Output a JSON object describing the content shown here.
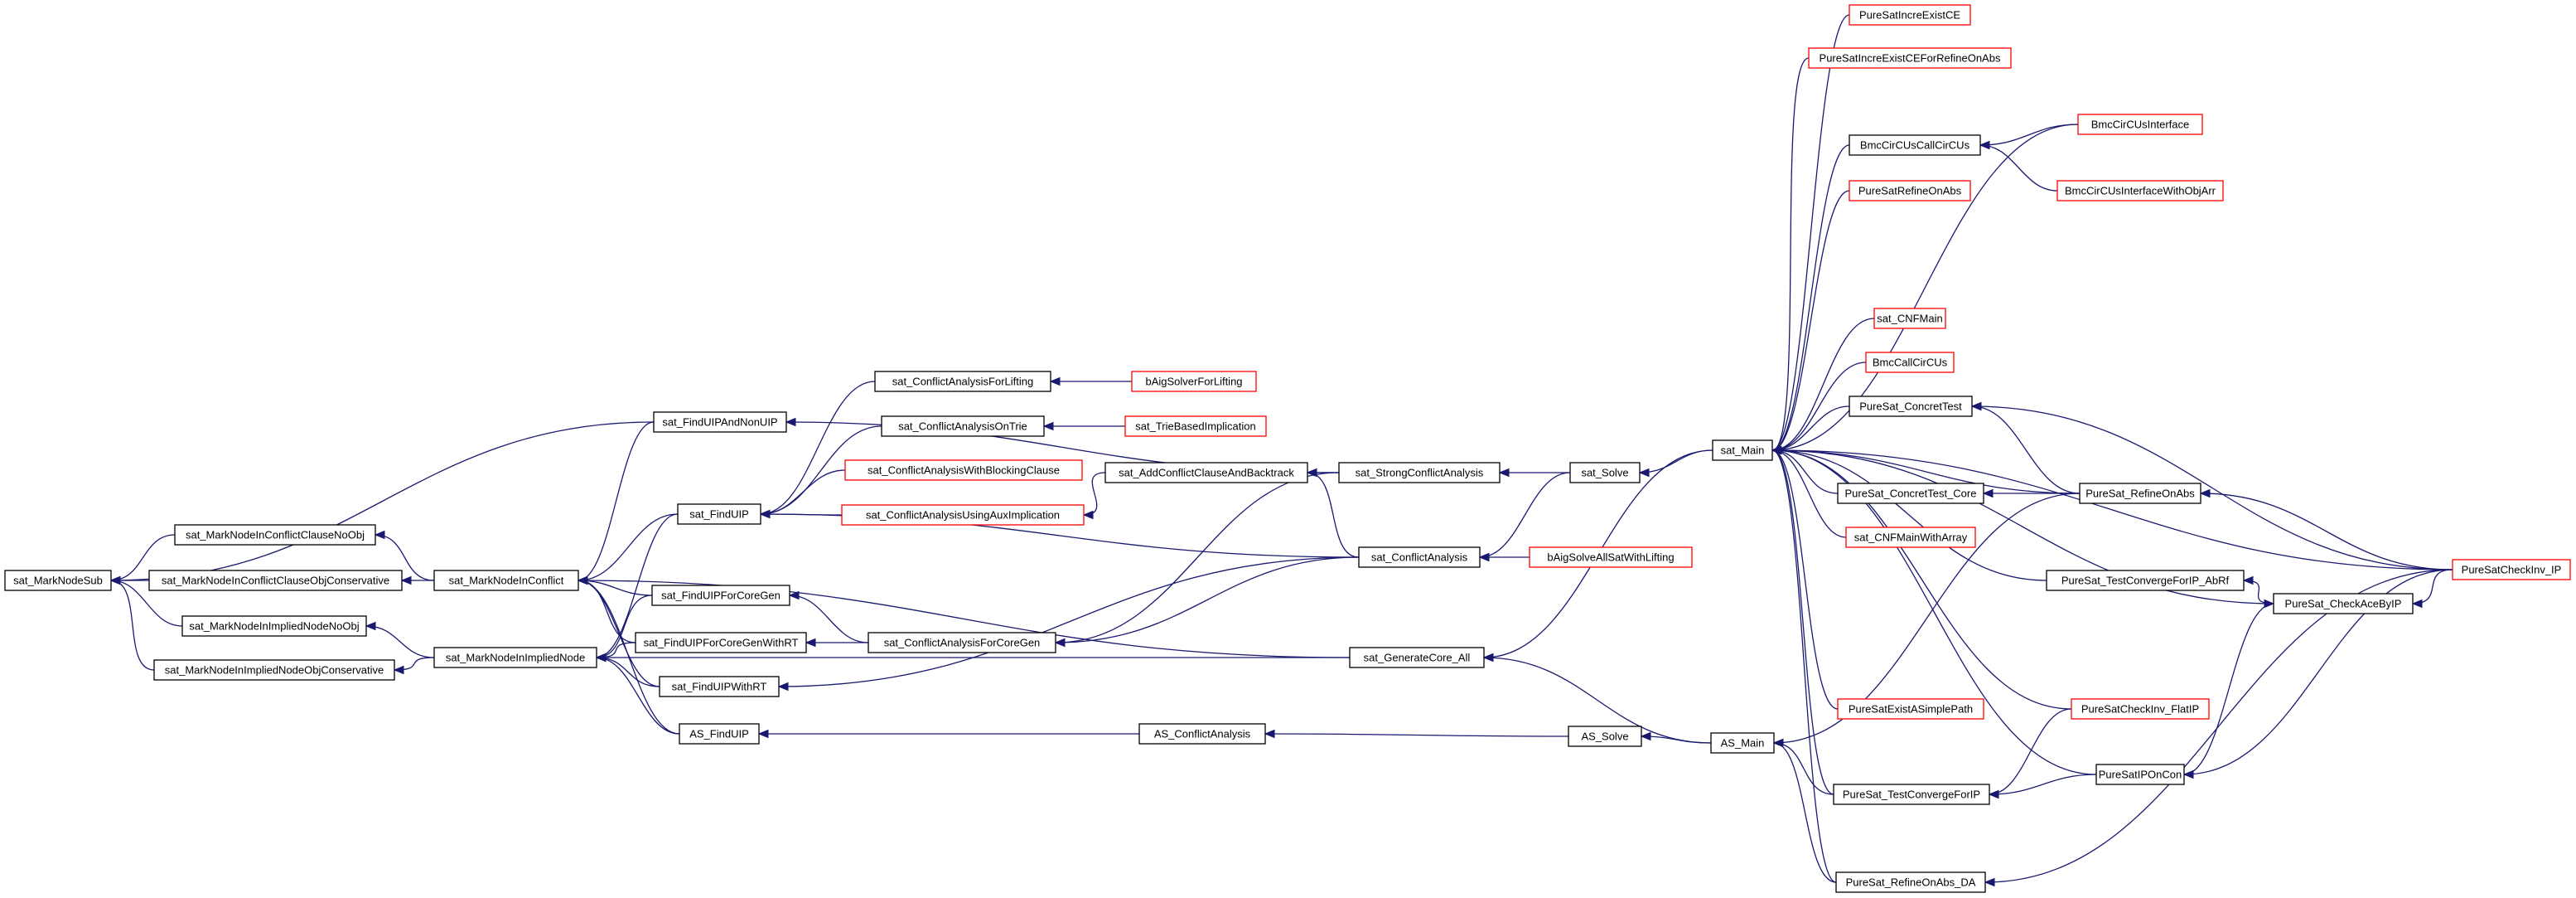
{
  "colors": {
    "edge": "#191970",
    "normal_border": "#000000",
    "truncated_border": "#ff0000",
    "root_fill": "#bfbfbf",
    "node_fill": "#ffffff"
  },
  "nodes": [
    {
      "id": "n_MarkNodeSub",
      "label": "sat_MarkNodeSub",
      "style": "root"
    },
    {
      "id": "n_ClauseNoObj",
      "label": "sat_MarkNodeInConflictClauseNoObj",
      "style": "normal"
    },
    {
      "id": "n_ClauseObjCons",
      "label": "sat_MarkNodeInConflictClauseObjConservative",
      "style": "normal"
    },
    {
      "id": "n_ImplNoObj",
      "label": "sat_MarkNodeInImpliedNodeNoObj",
      "style": "normal"
    },
    {
      "id": "n_ImplObjCons",
      "label": "sat_MarkNodeInImpliedNodeObjConservative",
      "style": "normal"
    },
    {
      "id": "n_InConflict",
      "label": "sat_MarkNodeInConflict",
      "style": "normal"
    },
    {
      "id": "n_InImplied",
      "label": "sat_MarkNodeInImpliedNode",
      "style": "normal"
    },
    {
      "id": "n_FindUIPAndNon",
      "label": "sat_FindUIPAndNonUIP",
      "style": "normal"
    },
    {
      "id": "n_FindUIP",
      "label": "sat_FindUIP",
      "style": "normal"
    },
    {
      "id": "n_FindUIPCoreGen",
      "label": "sat_FindUIPForCoreGen",
      "style": "normal"
    },
    {
      "id": "n_FindUIPCoreGenRT",
      "label": "sat_FindUIPForCoreGenWithRT",
      "style": "normal"
    },
    {
      "id": "n_FindUIPRT",
      "label": "sat_FindUIPWithRT",
      "style": "normal"
    },
    {
      "id": "n_ASFindUIP",
      "label": "AS_FindUIP",
      "style": "normal"
    },
    {
      "id": "n_CALifting",
      "label": "sat_ConflictAnalysisForLifting",
      "style": "normal"
    },
    {
      "id": "n_CAOnTrie",
      "label": "sat_ConflictAnalysisOnTrie",
      "style": "normal"
    },
    {
      "id": "n_CABlocking",
      "label": "sat_ConflictAnalysisWithBlockingClause",
      "style": "truncated"
    },
    {
      "id": "n_CAAux",
      "label": "sat_ConflictAnalysisUsingAuxImplication",
      "style": "truncated"
    },
    {
      "id": "n_CACoreGen",
      "label": "sat_ConflictAnalysisForCoreGen",
      "style": "normal"
    },
    {
      "id": "n_bAigLifting",
      "label": "bAigSolverForLifting",
      "style": "truncated"
    },
    {
      "id": "n_TrieImpl",
      "label": "sat_TrieBasedImplication",
      "style": "truncated"
    },
    {
      "id": "n_AddCCB",
      "label": "sat_AddConflictClauseAndBacktrack",
      "style": "normal"
    },
    {
      "id": "n_ASCA",
      "label": "AS_ConflictAnalysis",
      "style": "normal"
    },
    {
      "id": "n_StrongCA",
      "label": "sat_StrongConflictAnalysis",
      "style": "normal"
    },
    {
      "id": "n_CA",
      "label": "sat_ConflictAnalysis",
      "style": "normal"
    },
    {
      "id": "n_GenCore",
      "label": "sat_GenerateCore_All",
      "style": "normal"
    },
    {
      "id": "n_bAigAllSat",
      "label": "bAigSolveAllSatWithLifting",
      "style": "truncated"
    },
    {
      "id": "n_Solve",
      "label": "sat_Solve",
      "style": "normal"
    },
    {
      "id": "n_ASSolve",
      "label": "AS_Solve",
      "style": "normal"
    },
    {
      "id": "n_Main",
      "label": "sat_Main",
      "style": "normal"
    },
    {
      "id": "n_ASMain",
      "label": "AS_Main",
      "style": "normal"
    },
    {
      "id": "n_PSIncreCE",
      "label": "PureSatIncreExistCE",
      "style": "truncated"
    },
    {
      "id": "n_PSIncreCERef",
      "label": "PureSatIncreExistCEForRefineOnAbs",
      "style": "truncated"
    },
    {
      "id": "n_BmcCallCirCUs",
      "label": "BmcCirCUsCallCirCUs",
      "style": "normal"
    },
    {
      "id": "n_PSRefineOnAbs",
      "label": "PureSatRefineOnAbs",
      "style": "truncated"
    },
    {
      "id": "n_CNFMain",
      "label": "sat_CNFMain",
      "style": "truncated"
    },
    {
      "id": "n_BmcCallCirCUs2",
      "label": "BmcCallCirCUs",
      "style": "truncated"
    },
    {
      "id": "n_ConcretTest",
      "label": "PureSat_ConcretTest",
      "style": "normal"
    },
    {
      "id": "n_ConcretTestCore",
      "label": "PureSat_ConcretTest_Core",
      "style": "normal"
    },
    {
      "id": "n_CNFMainArr",
      "label": "sat_CNFMainWithArray",
      "style": "truncated"
    },
    {
      "id": "n_TestConvAbRf",
      "label": "PureSat_TestConvergeForIP_AbRf",
      "style": "normal"
    },
    {
      "id": "n_PSExistSimple",
      "label": "PureSatExistASimplePath",
      "style": "truncated"
    },
    {
      "id": "n_TestConv",
      "label": "PureSat_TestConvergeForIP",
      "style": "normal"
    },
    {
      "id": "n_RefineDA",
      "label": "PureSat_RefineOnAbs_DA",
      "style": "normal"
    },
    {
      "id": "n_BmcIface",
      "label": "BmcCirCUsInterface",
      "style": "truncated"
    },
    {
      "id": "n_BmcIfaceArr",
      "label": "BmcCirCUsInterfaceWithObjArr",
      "style": "truncated"
    },
    {
      "id": "n_PS_RefineOnAbs",
      "label": "PureSat_RefineOnAbs",
      "style": "normal"
    },
    {
      "id": "n_CheckAceByIP",
      "label": "PureSat_CheckAceByIP",
      "style": "normal"
    },
    {
      "id": "n_CheckInvFlat",
      "label": "PureSatCheckInv_FlatIP",
      "style": "truncated"
    },
    {
      "id": "n_IPOnCon",
      "label": "PureSatIPOnCon",
      "style": "normal"
    },
    {
      "id": "n_CheckInvIP",
      "label": "PureSatCheckInv_IP",
      "style": "truncated"
    }
  ],
  "edges": [
    {
      "from": "n_ClauseNoObj",
      "to": "n_MarkNodeSub"
    },
    {
      "from": "n_ClauseObjCons",
      "to": "n_MarkNodeSub"
    },
    {
      "from": "n_ImplNoObj",
      "to": "n_MarkNodeSub"
    },
    {
      "from": "n_ImplObjCons",
      "to": "n_MarkNodeSub"
    },
    {
      "from": "n_FindUIPAndNon",
      "to": "n_MarkNodeSub"
    },
    {
      "from": "n_InConflict",
      "to": "n_ClauseNoObj"
    },
    {
      "from": "n_InConflict",
      "to": "n_ClauseObjCons"
    },
    {
      "from": "n_InImplied",
      "to": "n_ImplNoObj"
    },
    {
      "from": "n_InImplied",
      "to": "n_ImplObjCons"
    },
    {
      "from": "n_FindUIPAndNon",
      "to": "n_InConflict"
    },
    {
      "from": "n_FindUIP",
      "to": "n_InConflict"
    },
    {
      "from": "n_FindUIPCoreGen",
      "to": "n_InConflict"
    },
    {
      "from": "n_FindUIPCoreGenRT",
      "to": "n_InConflict"
    },
    {
      "from": "n_FindUIPRT",
      "to": "n_InConflict"
    },
    {
      "from": "n_ASFindUIP",
      "to": "n_InConflict"
    },
    {
      "from": "n_GenCore",
      "to": "n_InConflict"
    },
    {
      "from": "n_FindUIP",
      "to": "n_InImplied"
    },
    {
      "from": "n_FindUIPCoreGen",
      "to": "n_InImplied"
    },
    {
      "from": "n_FindUIPCoreGenRT",
      "to": "n_InImplied"
    },
    {
      "from": "n_FindUIPRT",
      "to": "n_InImplied"
    },
    {
      "from": "n_ASFindUIP",
      "to": "n_InImplied"
    },
    {
      "from": "n_GenCore",
      "to": "n_InImplied"
    },
    {
      "from": "n_StrongCA",
      "to": "n_FindUIPAndNon"
    },
    {
      "from": "n_CALifting",
      "to": "n_FindUIP"
    },
    {
      "from": "n_CAOnTrie",
      "to": "n_FindUIP"
    },
    {
      "from": "n_CABlocking",
      "to": "n_FindUIP"
    },
    {
      "from": "n_CAAux",
      "to": "n_FindUIP"
    },
    {
      "from": "n_CA",
      "to": "n_FindUIP"
    },
    {
      "from": "n_CACoreGen",
      "to": "n_FindUIPCoreGen"
    },
    {
      "from": "n_CACoreGen",
      "to": "n_FindUIPCoreGenRT"
    },
    {
      "from": "n_CA",
      "to": "n_FindUIPRT"
    },
    {
      "from": "n_ASCA",
      "to": "n_ASFindUIP"
    },
    {
      "from": "n_bAigLifting",
      "to": "n_CALifting"
    },
    {
      "from": "n_TrieImpl",
      "to": "n_CAOnTrie"
    },
    {
      "from": "n_AddCCB",
      "to": "n_CAAux"
    },
    {
      "from": "n_StrongCA",
      "to": "n_CACoreGen"
    },
    {
      "from": "n_CA",
      "to": "n_CACoreGen"
    },
    {
      "from": "n_StrongCA",
      "to": "n_AddCCB"
    },
    {
      "from": "n_CA",
      "to": "n_AddCCB"
    },
    {
      "from": "n_ASSolve",
      "to": "n_ASCA"
    },
    {
      "from": "n_Solve",
      "to": "n_StrongCA"
    },
    {
      "from": "n_Solve",
      "to": "n_CA"
    },
    {
      "from": "n_bAigAllSat",
      "to": "n_CA"
    },
    {
      "from": "n_Main",
      "to": "n_Solve"
    },
    {
      "from": "n_Main",
      "to": "n_GenCore"
    },
    {
      "from": "n_ASMain",
      "to": "n_GenCore"
    },
    {
      "from": "n_ASMain",
      "to": "n_ASSolve"
    },
    {
      "from": "n_PSIncreCE",
      "to": "n_Main"
    },
    {
      "from": "n_PSIncreCERef",
      "to": "n_Main"
    },
    {
      "from": "n_BmcCallCirCUs",
      "to": "n_Main"
    },
    {
      "from": "n_PSRefineOnAbs",
      "to": "n_Main"
    },
    {
      "from": "n_CNFMain",
      "to": "n_Main"
    },
    {
      "from": "n_BmcCallCirCUs2",
      "to": "n_Main"
    },
    {
      "from": "n_ConcretTest",
      "to": "n_Main"
    },
    {
      "from": "n_ConcretTestCore",
      "to": "n_Main"
    },
    {
      "from": "n_CNFMainArr",
      "to": "n_Main"
    },
    {
      "from": "n_TestConvAbRf",
      "to": "n_Main"
    },
    {
      "from": "n_PSExistSimple",
      "to": "n_Main"
    },
    {
      "from": "n_TestConv",
      "to": "n_Main"
    },
    {
      "from": "n_RefineDA",
      "to": "n_Main"
    },
    {
      "from": "n_BmcIface",
      "to": "n_Main"
    },
    {
      "from": "n_PS_RefineOnAbs",
      "to": "n_Main"
    },
    {
      "from": "n_CheckAceByIP",
      "to": "n_Main"
    },
    {
      "from": "n_CheckInvFlat",
      "to": "n_Main"
    },
    {
      "from": "n_IPOnCon",
      "to": "n_Main"
    },
    {
      "from": "n_CheckInvIP",
      "to": "n_Main"
    },
    {
      "from": "n_TestConv",
      "to": "n_ASMain"
    },
    {
      "from": "n_RefineDA",
      "to": "n_ASMain"
    },
    {
      "from": "n_PS_RefineOnAbs",
      "to": "n_ASMain"
    },
    {
      "from": "n_BmcIface",
      "to": "n_BmcCallCirCUs"
    },
    {
      "from": "n_BmcIfaceArr",
      "to": "n_BmcCallCirCUs"
    },
    {
      "from": "n_CheckInvIP",
      "to": "n_ConcretTest"
    },
    {
      "from": "n_PS_RefineOnAbs",
      "to": "n_ConcretTest"
    },
    {
      "from": "n_PS_RefineOnAbs",
      "to": "n_ConcretTestCore"
    },
    {
      "from": "n_CheckAceByIP",
      "to": "n_TestConvAbRf"
    },
    {
      "from": "n_IPOnCon",
      "to": "n_TestConv"
    },
    {
      "from": "n_CheckInvFlat",
      "to": "n_TestConv"
    },
    {
      "from": "n_CheckInvIP",
      "to": "n_RefineDA"
    },
    {
      "from": "n_CheckInvIP",
      "to": "n_PS_RefineOnAbs"
    },
    {
      "from": "n_CheckInvIP",
      "to": "n_CheckAceByIP"
    },
    {
      "from": "n_IPOnCon",
      "to": "n_CheckAceByIP"
    },
    {
      "from": "n_CheckInvIP",
      "to": "n_IPOnCon"
    }
  ]
}
